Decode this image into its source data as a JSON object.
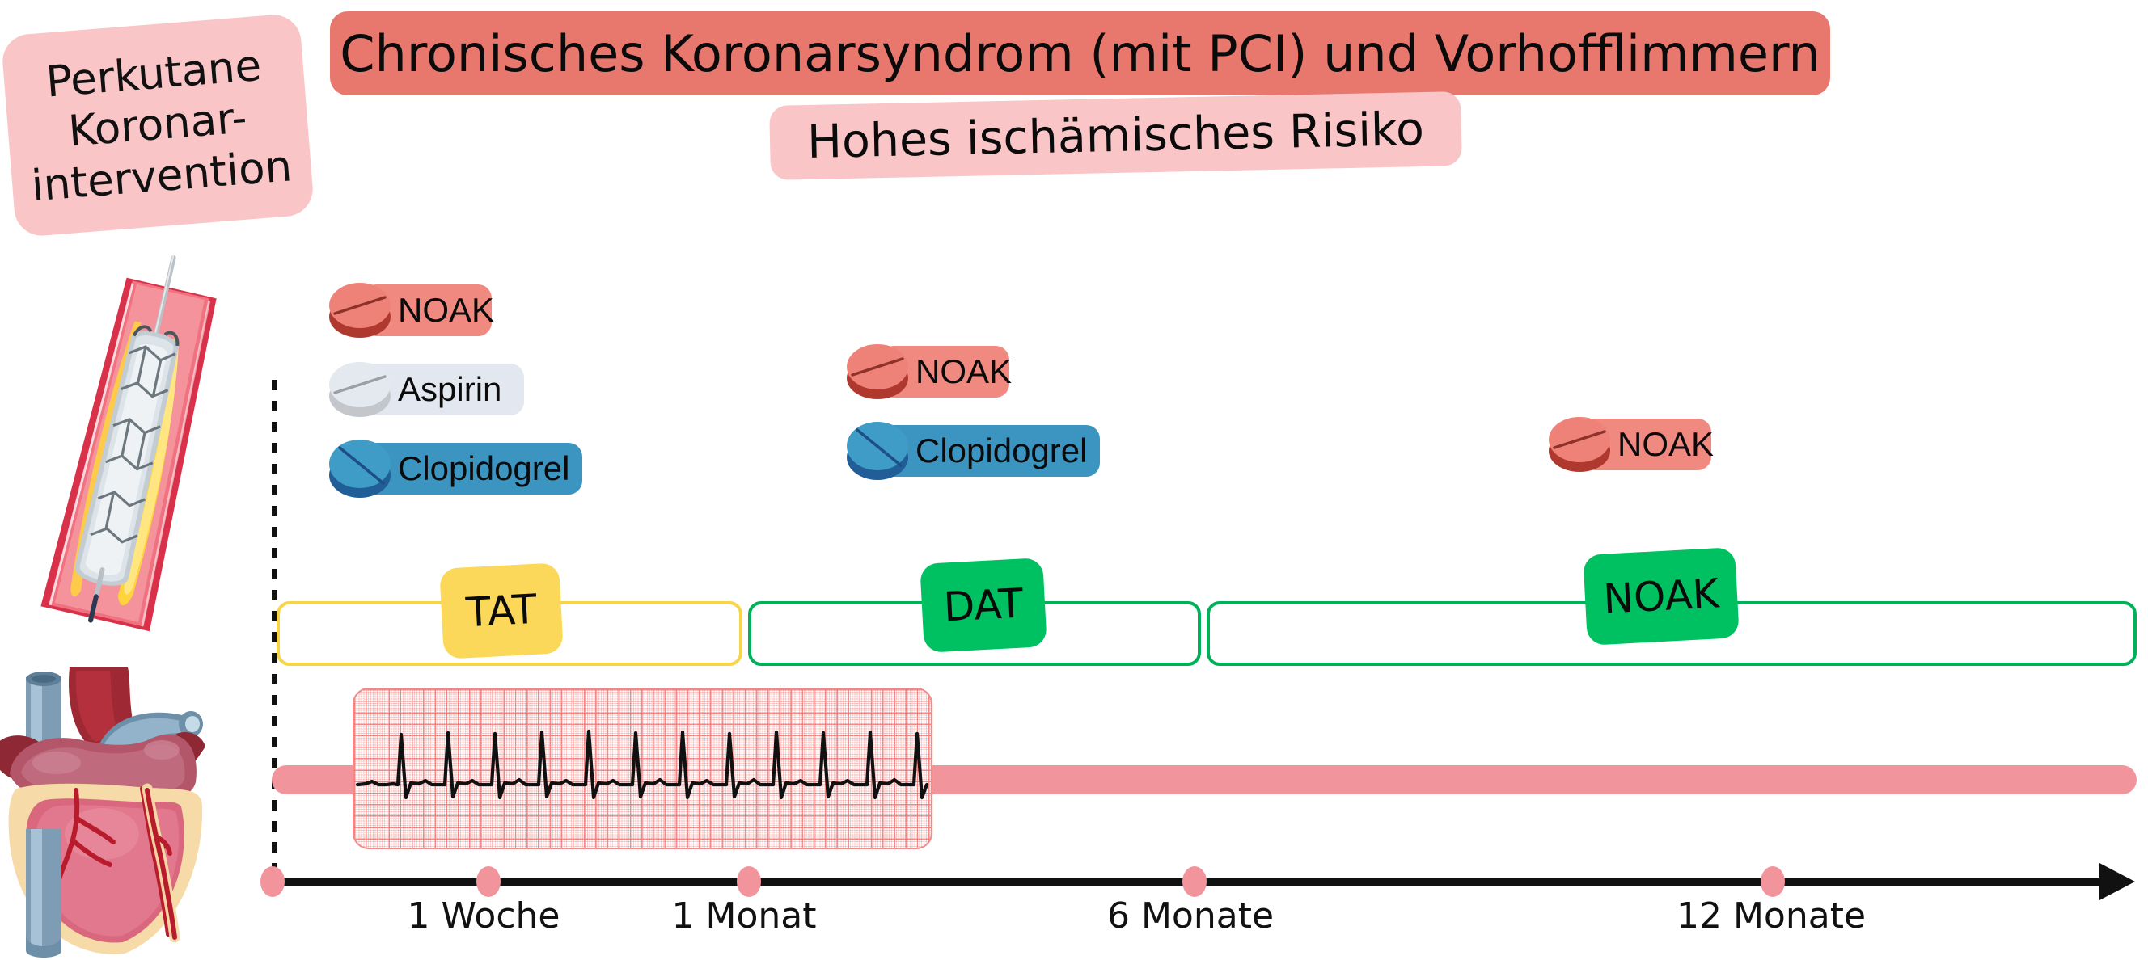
{
  "header": {
    "pci_badge_lines": [
      "Perkutane",
      "Koronar-",
      "intervention"
    ],
    "title": "Chronisches Koronarsyndrom (mit PCI) und Vorhofflimmern",
    "subtitle": "Hohes ischämisches Risiko"
  },
  "illustrations": {
    "stent": "coronary-stent-illustration",
    "heart": "anatomical-heart-illustration",
    "ecg": "ecg-rhythm-strip"
  },
  "medication_groups": [
    {
      "id": "tat-drugs",
      "drugs": [
        {
          "name": "NOAK",
          "tablet": "noak-tablet-red",
          "tag_color": "#f08a80",
          "pill_top": "#ee8279",
          "pill_side": "#b0392f",
          "score_color": "#8d3229"
        },
        {
          "name": "Aspirin",
          "tablet": "aspirin-tablet-white",
          "tag_color": "#e3e7ef",
          "pill_top": "#e4e9f0",
          "pill_side": "#c3c7cb",
          "score_color": "#9aa0a6"
        },
        {
          "name": "Clopidogrel",
          "tablet": "clopidogrel-tablet-blue",
          "tag_color": "#3c95c0",
          "pill_top": "#3f9cc6",
          "pill_side": "#215d96",
          "score_color": "#1d4f86"
        }
      ]
    },
    {
      "id": "dat-drugs",
      "drugs": [
        {
          "name": "NOAK",
          "tablet": "noak-tablet-red",
          "tag_color": "#f08a80",
          "pill_top": "#ee8279",
          "pill_side": "#b0392f",
          "score_color": "#8d3229"
        },
        {
          "name": "Clopidogrel",
          "tablet": "clopidogrel-tablet-blue",
          "tag_color": "#3c95c0",
          "pill_top": "#3f9cc6",
          "pill_side": "#215d96",
          "score_color": "#1d4f86"
        }
      ]
    },
    {
      "id": "noak-only-drugs",
      "drugs": [
        {
          "name": "NOAK",
          "tablet": "noak-tablet-red",
          "tag_color": "#f08a80",
          "pill_top": "#ee8279",
          "pill_side": "#b0392f",
          "score_color": "#8d3229"
        }
      ]
    }
  ],
  "therapy_phases": [
    {
      "label": "TAT",
      "border_color": "#f8d44a",
      "label_bg": "#fbd859",
      "label_rotate": "-3deg"
    },
    {
      "label": "DAT",
      "border_color": "#00b159",
      "label_bg": "#00c161",
      "label_rotate": "-3deg"
    },
    {
      "label": "NOAK",
      "border_color": "#00b159",
      "label_bg": "#00c161",
      "label_rotate": "-3deg"
    }
  ],
  "timeline": {
    "ticks": [
      {
        "label": "",
        "dot": true
      },
      {
        "label": "1 Woche",
        "dot": true
      },
      {
        "label": "1 Monat",
        "dot": true
      },
      {
        "label": "6 Monate",
        "dot": true
      },
      {
        "label": "12 Monate",
        "dot": true
      }
    ],
    "arrow": "timeline-arrow-right"
  },
  "colors": {
    "banner_red": "#e8776d",
    "banner_pink": "#fac5c6",
    "tat_yellow": "#f8d44a",
    "dat_green": "#00b159",
    "ecg_pink": "#f2949c"
  }
}
